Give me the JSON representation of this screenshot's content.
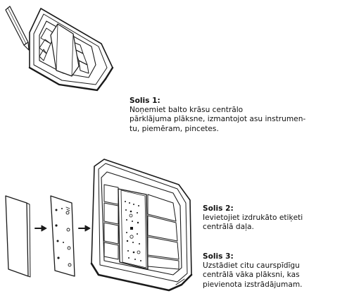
{
  "steps": [
    {
      "title": "Solis 1:",
      "body": "Noņemiet balto krāsu centrālo\npārklājuma plāksne, izmantojot asu instrumen-\ntu, piemēram, pincetes."
    },
    {
      "title": "Solis 2:",
      "body": "Ievietojiet izdrukāto etiķeti\ncentrālā daļa."
    },
    {
      "title": "Solis 3:",
      "body": "Uzstādiet citu caurspīdīgu\ncentrālā vāka plāksni, kas\npievienota izstrādājumam."
    }
  ],
  "icons": [
    "pencil-icon",
    "arrow-right-icon",
    "arrow-right-icon"
  ],
  "colors": {
    "line": "#1a1a1a",
    "fill": "#ffffff",
    "shade": "#dcdcdc"
  }
}
